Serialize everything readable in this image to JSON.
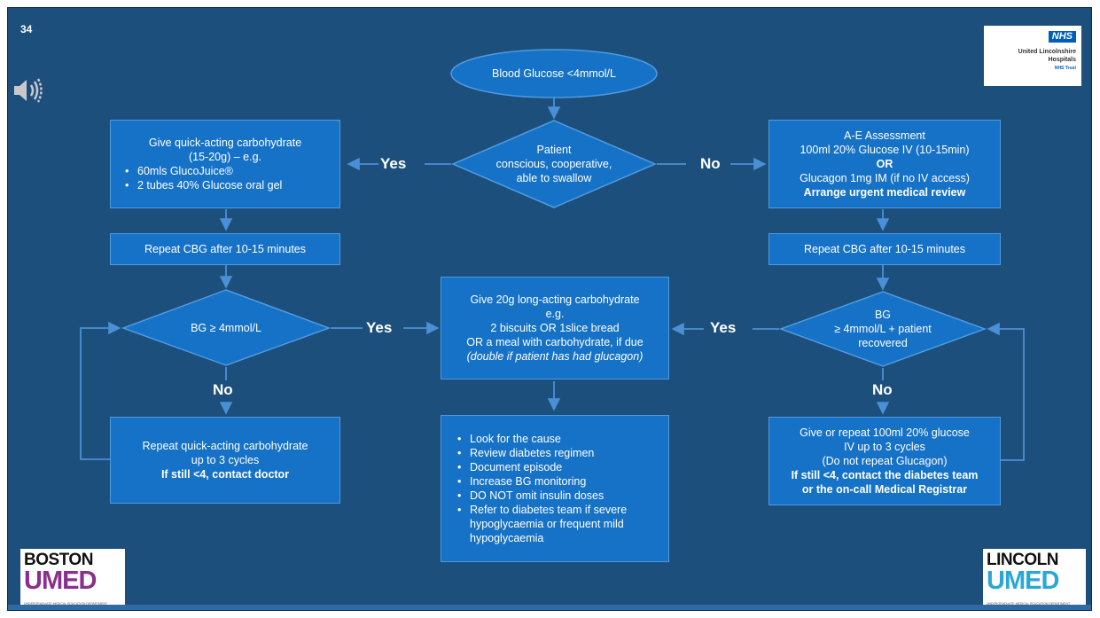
{
  "slide_number": "34",
  "start": "Blood Glucose <4mmol/L",
  "decision_conscious": [
    "Patient",
    "conscious, cooperative,",
    "able to swallow"
  ],
  "label_yes_1": "Yes",
  "label_no_1": "No",
  "left_box1": {
    "lines": [
      "Give quick-acting carbohydrate",
      "(15-20g) – e.g."
    ],
    "bullets": [
      "60mls GlucoJuice®",
      "2 tubes 40% Glucose oral gel"
    ]
  },
  "left_repeat": "Repeat CBG after 10-15 minutes",
  "left_decision": "BG ≥ 4mmol/L",
  "label_yes_left": "Yes",
  "label_no_left": "No",
  "left_box3": {
    "lines": [
      "Repeat quick-acting carbohydrate",
      "up to 3 cycles"
    ],
    "bold": "If still <4, contact doctor"
  },
  "right_box1": {
    "lines": [
      "A-E Assessment",
      "100ml 20% Glucose IV (10-15min)"
    ],
    "or": "OR",
    "line3": "Glucagon 1mg IM (if no IV access)",
    "bold": "Arrange urgent medical review"
  },
  "right_repeat": "Repeat CBG after 10-15 minutes",
  "right_decision": [
    "BG",
    "≥ 4mmol/L + patient",
    "recovered"
  ],
  "label_yes_right": "Yes",
  "label_no_right": "No",
  "right_box3": {
    "lines": [
      "Give or repeat 100ml 20% glucose",
      "IV up to 3 cycles",
      "(Do not repeat Glucagon)"
    ],
    "bold": [
      "If still <4, contact the diabetes team",
      "or the on-call Medical Registrar"
    ]
  },
  "center_box1": {
    "lines": [
      "Give 20g long-acting carbohydrate",
      "e.g.",
      "2 biscuits OR 1slice bread",
      "OR a meal with carbohydrate, if due"
    ],
    "italic": "(double if patient has had glucagon)"
  },
  "center_box2": {
    "bullets": [
      "Look for the cause",
      "Review diabetes regimen",
      "Document episode",
      "Increase BG monitoring",
      "DO NOT omit insulin doses",
      "Refer to diabetes team if severe hypoglycaemia or frequent mild hypoglycaemia"
    ]
  },
  "logo_nhs": {
    "badge": "NHS",
    "lines": [
      "United Lincolnshire",
      "Hospitals"
    ],
    "trust": "NHS Trust"
  },
  "logo_boston": {
    "city": "BOSTON",
    "word": "UMED",
    "tagline": "UNDERGRADUATE MEDICAL EDUCATION DEPARTMENT"
  },
  "logo_lincoln": {
    "city": "LINCOLN",
    "word": "UMED",
    "tagline": "UNDERGRADUATE MEDICAL EDUCATION DEPARTMENT"
  },
  "colors": {
    "slide_bg": "#1d4f7c",
    "box_fill": "#1672c6",
    "box_border": "#4d9ae0",
    "arrow": "#4a90d6",
    "boston_umed": "#8b2f8f",
    "lincoln_umed": "#29a8d8"
  }
}
